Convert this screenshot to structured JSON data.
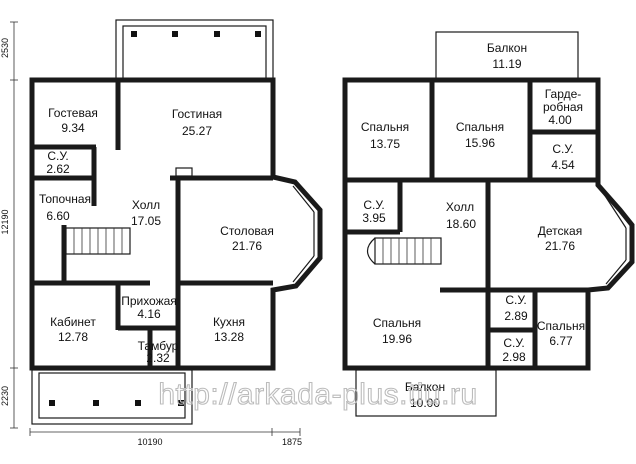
{
  "left_plan": {
    "rooms": [
      {
        "id": "guest",
        "name": "Гостевая",
        "area": "9.34"
      },
      {
        "id": "living",
        "name": "Гостиная",
        "area": "25.27"
      },
      {
        "id": "wc1",
        "name": "С.У.",
        "area": "2.62"
      },
      {
        "id": "furnace",
        "name": "Топочная",
        "area": "6.60"
      },
      {
        "id": "hall1",
        "name": "Холл",
        "area": "17.05"
      },
      {
        "id": "dining",
        "name": "Столовая",
        "area": "21.76"
      },
      {
        "id": "study",
        "name": "Кабинет",
        "area": "12.78"
      },
      {
        "id": "entry",
        "name": "Прихожая",
        "area": "4.16"
      },
      {
        "id": "kitchen",
        "name": "Кухня",
        "area": "13.28"
      },
      {
        "id": "vestibule",
        "name": "Тамбур",
        "area": "2.32"
      }
    ],
    "dimensions": {
      "top_terrace": "2530",
      "height": "12190",
      "bottom_terrace": "2230",
      "width": "10190",
      "side": "1875"
    }
  },
  "right_plan": {
    "rooms": [
      {
        "id": "balcony_top",
        "name": "Балкон",
        "area": "11.19"
      },
      {
        "id": "bed1",
        "name": "Спальня",
        "area": "13.75"
      },
      {
        "id": "bed2",
        "name": "Спальня",
        "area": "15.96"
      },
      {
        "id": "wardrobe",
        "name": "Гарде-\nробная",
        "area": "4.00"
      },
      {
        "id": "wc_a",
        "name": "С.У.",
        "area": "4.54"
      },
      {
        "id": "wc_b",
        "name": "С.У.",
        "area": "3.95"
      },
      {
        "id": "hall2",
        "name": "Холл",
        "area": "18.60"
      },
      {
        "id": "kids",
        "name": "Детская",
        "area": "21.76"
      },
      {
        "id": "wc_c",
        "name": "С.У.",
        "area": "2.89"
      },
      {
        "id": "bed3",
        "name": "Спальня",
        "area": "19.96"
      },
      {
        "id": "wc_d",
        "name": "С.У.",
        "area": "2.98"
      },
      {
        "id": "bed4",
        "name": "Спальня",
        "area": "6.77"
      },
      {
        "id": "balcony_bottom",
        "name": "Балкон",
        "area": "10.00"
      }
    ]
  },
  "watermark": "http://arkada-plus.tiu.ru"
}
